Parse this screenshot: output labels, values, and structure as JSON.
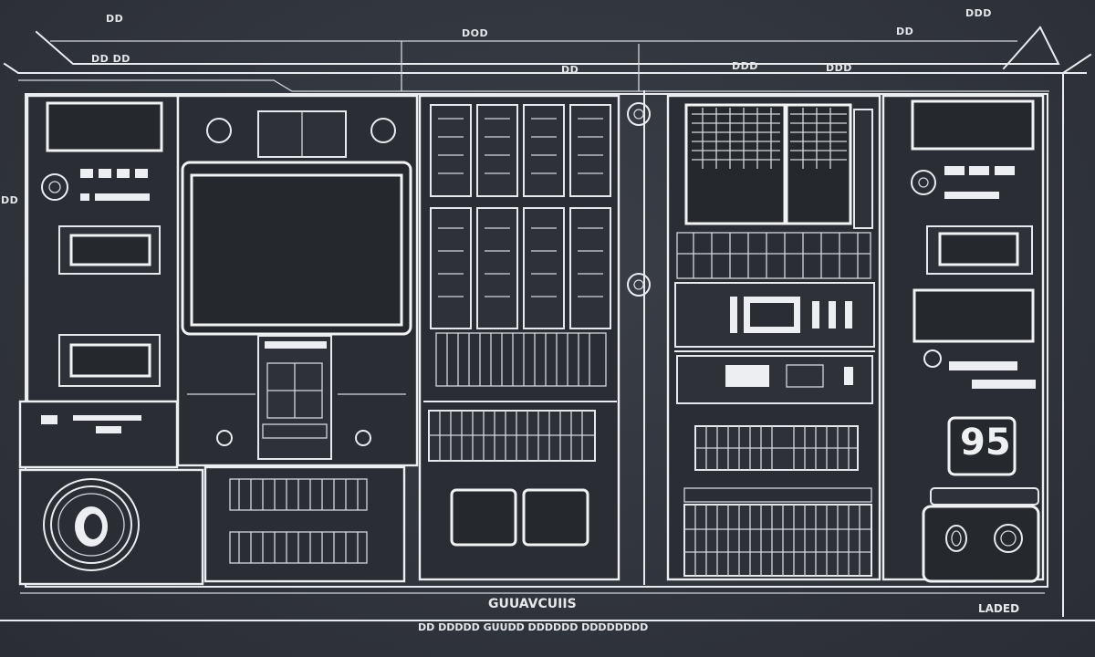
{
  "labels": {
    "top_a": "DD",
    "top_b": "DD DD",
    "top_c": "DOD",
    "top_d": "DD",
    "top_e": "DDD",
    "top_f": "DDD",
    "top_g": "DD",
    "top_h": "DDD",
    "side_left": "DD",
    "footer_right": "LADED"
  },
  "readout": {
    "digits": "95"
  },
  "caption": {
    "title": "GUUAVCUIIS",
    "subtitle": "DD DDDDD GUUDD DDDDDD DDDDDDDD"
  },
  "colors": {
    "background": "#31353c",
    "linework": "#e9ebee",
    "screen": "#25282d"
  }
}
